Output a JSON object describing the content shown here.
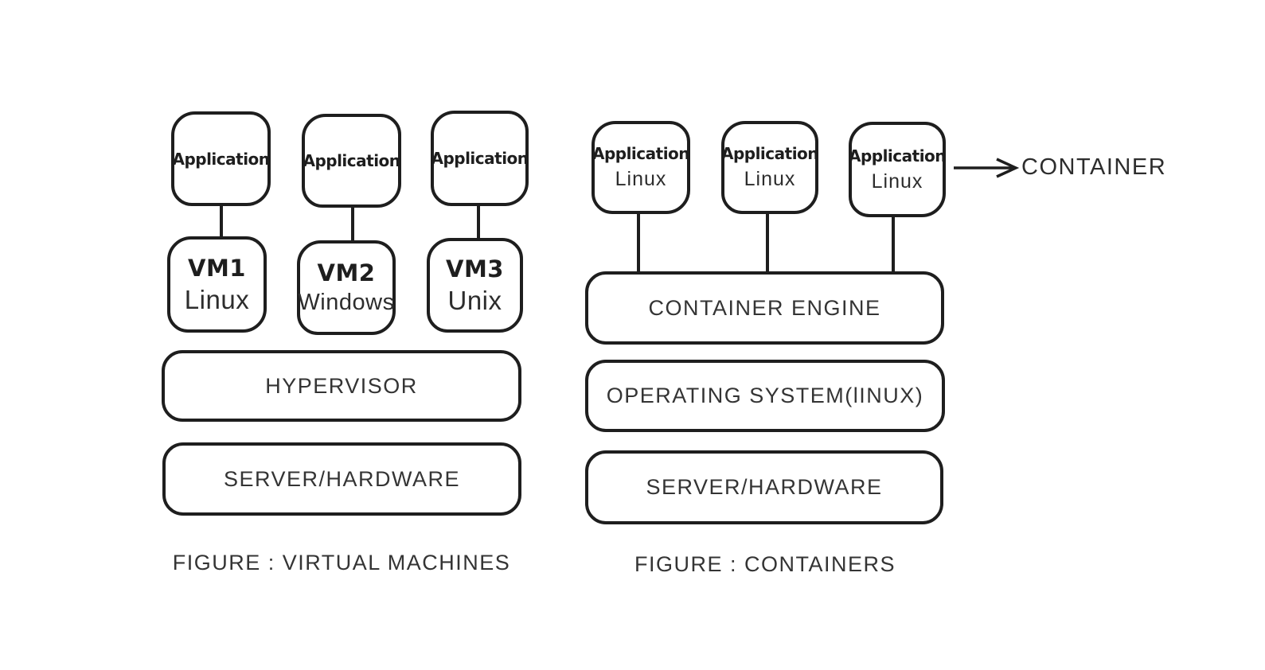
{
  "diagram": {
    "background": "#ffffff",
    "ink_color": "#1e1e1e",
    "text_color": "#343434"
  },
  "vm_figure": {
    "caption": "FIGURE : VIRTUAL MACHINES",
    "applications": [
      {
        "label": "Application"
      },
      {
        "label": "Application"
      },
      {
        "label": "Application"
      }
    ],
    "vms": [
      {
        "name": "VM1",
        "os": "Linux"
      },
      {
        "name": "VM2",
        "os": "Windows"
      },
      {
        "name": "VM3",
        "os": "Unix"
      }
    ],
    "layers": [
      {
        "label": "HYPERVISOR"
      },
      {
        "label": "SERVER/HARDWARE"
      }
    ]
  },
  "container_figure": {
    "caption": "FIGURE : CONTAINERS",
    "applications": [
      {
        "label": "Application",
        "os": "Linux"
      },
      {
        "label": "Application",
        "os": "Linux"
      },
      {
        "label": "Application",
        "os": "Linux"
      }
    ],
    "layers": [
      {
        "label": "CONTAINER ENGINE"
      },
      {
        "label": "OPERATING SYSTEM(lINUX)"
      },
      {
        "label": "SERVER/HARDWARE"
      }
    ],
    "annotation": "CONTAINER"
  }
}
